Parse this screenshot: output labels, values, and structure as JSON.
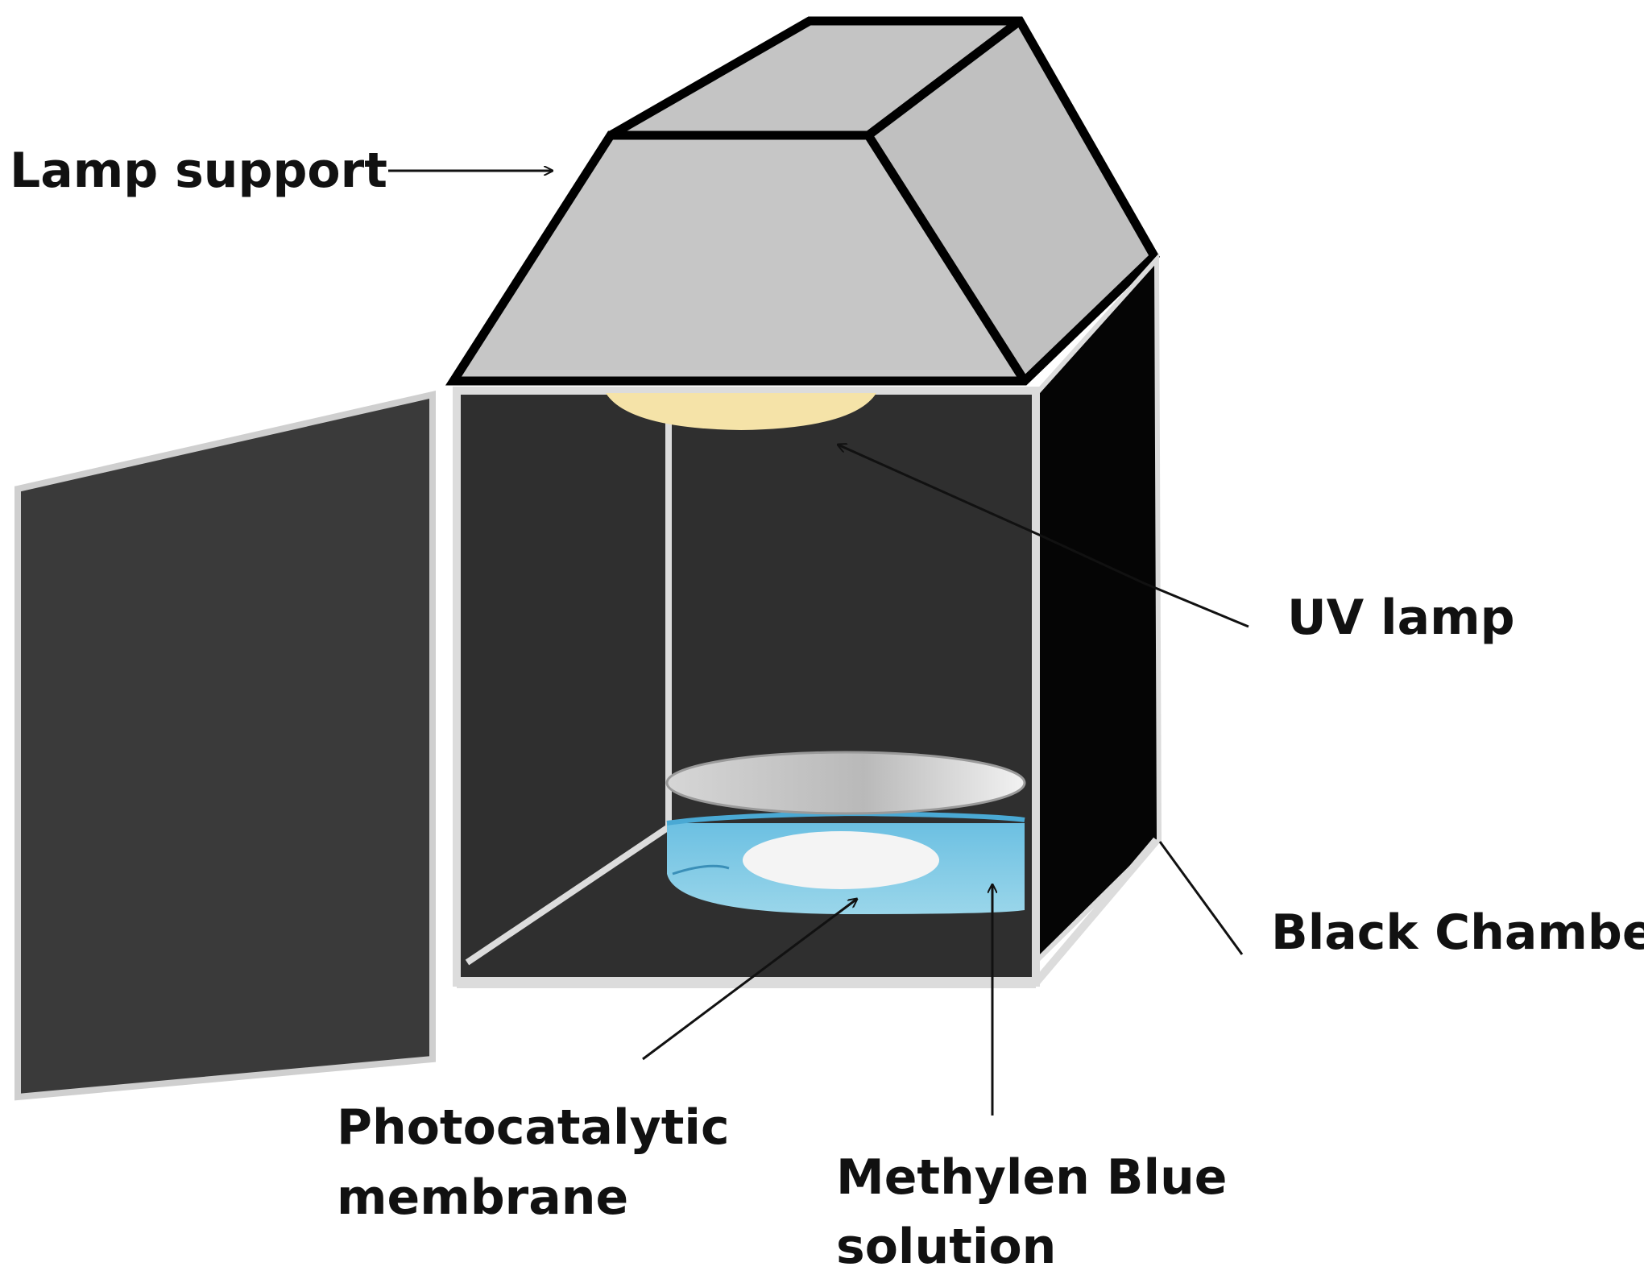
{
  "labels": {
    "lamp_support": "Lamp support",
    "uv_lamp": "UV lamp",
    "black_chamber": "Black Chamber",
    "membrane_line1": "Photocatalytic",
    "membrane_line2": "membrane",
    "solution_line1": "Methylen Blue",
    "solution_line2": "solution"
  },
  "colors": {
    "support_gray": "#c0c0c0",
    "chamber_dark": "#2f2f2f",
    "chamber_side": "#050505",
    "door": "#3a3a3a",
    "lamp_glow": "#f5e3a8",
    "solution_blue": "#8fcfe6",
    "membrane": "#f4f4f4",
    "frame_gray": "#d8d8d8"
  }
}
